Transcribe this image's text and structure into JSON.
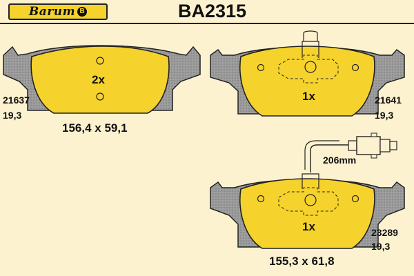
{
  "header": {
    "brand": "Barum",
    "brand_badge": "B",
    "part_number": "BA2315"
  },
  "pads": [
    {
      "code": "21637",
      "thickness": "19,3",
      "quantity": "2x",
      "dimensions": "156,4 x 59,1"
    },
    {
      "code": "21641",
      "thickness": "19,3",
      "quantity": "1x"
    },
    {
      "code": "23289",
      "thickness": "19,3",
      "quantity": "1x",
      "dimensions": "155,3 x 61,8",
      "wire_length": "206mm"
    }
  ],
  "colors": {
    "background": "#fdf2d0",
    "pad_fill": "#f6d22c",
    "backplate": "#9a9a9a",
    "outline": "#222222"
  }
}
